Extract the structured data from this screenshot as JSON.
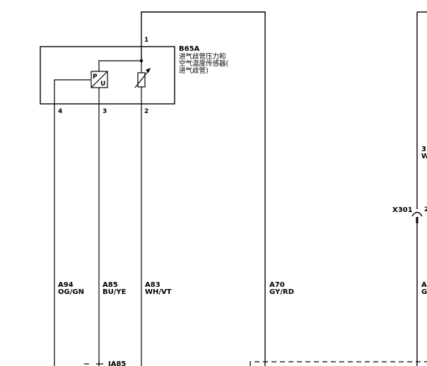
{
  "component": {
    "id": "B65A",
    "desc_lines": [
      "进气歧管压力和",
      "空气温度传感器(",
      "进气歧管)"
    ],
    "pins": [
      "1",
      "4",
      "3",
      "2"
    ],
    "sensor_p": "P",
    "sensor_u": "U"
  },
  "wires": [
    {
      "circuit": "A94",
      "color": "OG/GN"
    },
    {
      "circuit": "A85",
      "color": "BU/YE"
    },
    {
      "circuit": "A83",
      "color": "WH/VT"
    },
    {
      "circuit": "A70",
      "color": "GY/RD"
    }
  ],
  "right_partial": {
    "connector": "X301",
    "pin": "2",
    "top_frag_1": "3:",
    "top_frag_2": "W",
    "bottom_frag_1": "A",
    "bottom_frag_2": "G"
  },
  "splice": "JA85"
}
